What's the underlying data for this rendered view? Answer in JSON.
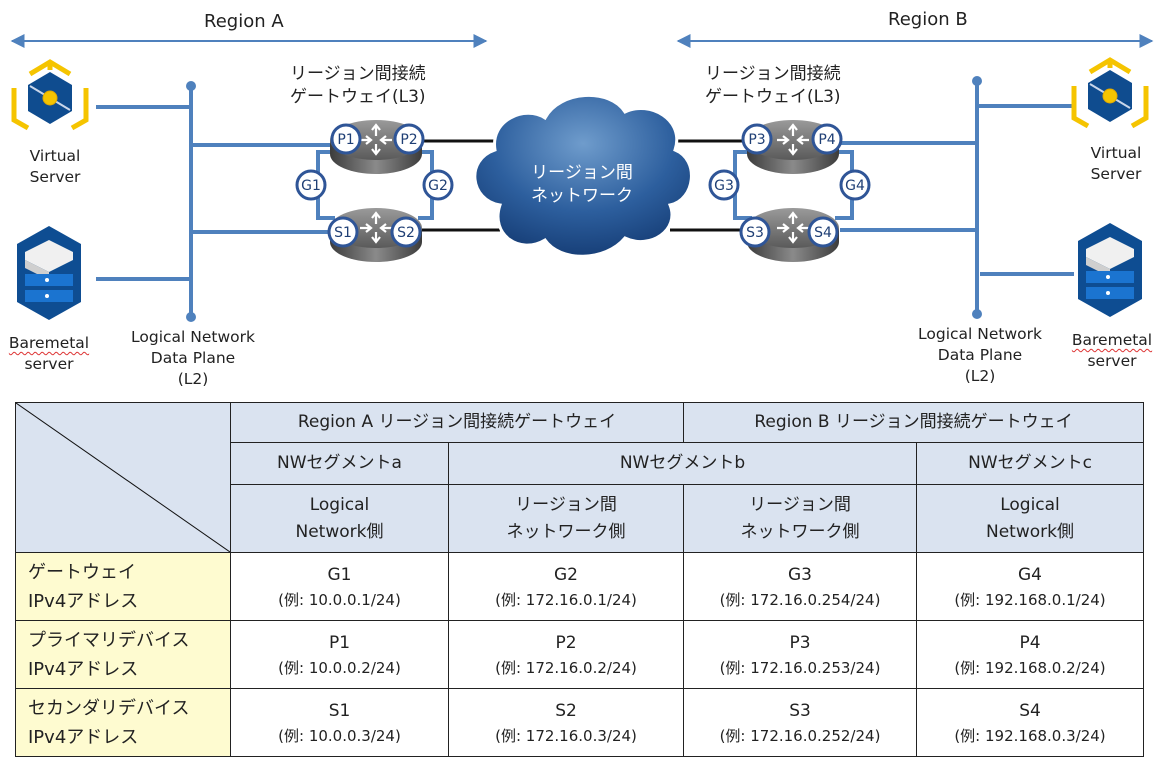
{
  "regions": {
    "a": {
      "label": "Region A"
    },
    "b": {
      "label": "Region B"
    }
  },
  "gateway_title": {
    "line1": "リージョン間接続",
    "line2": "ゲートウェイ(L3)"
  },
  "cloud": {
    "line1": "リージョン間",
    "line2": "ネットワーク"
  },
  "ports": {
    "left": {
      "p": "P1",
      "p2": "P2",
      "s": "S1",
      "s2": "S2",
      "g": "G1",
      "g2": "G2"
    },
    "right": {
      "p": "P3",
      "p2": "P4",
      "s": "S3",
      "s2": "S4",
      "g": "G3",
      "g2": "G4"
    }
  },
  "devices": {
    "virtual_server": {
      "line1": "Virtual",
      "line2": "Server"
    },
    "baremetal": {
      "line1": "Baremetal",
      "line2": "server"
    }
  },
  "logical_network": {
    "line1": "Logical Network",
    "line2": "Data Plane",
    "line3": "(L2)"
  },
  "colors": {
    "link_blue": "#4f81bd",
    "header_fill": "#dae3f0",
    "rowhead_fill": "#fefbd0",
    "cloud": "#2c5c9a",
    "icon_yellow": "#f5c400",
    "icon_navy": "#0f4c8f"
  },
  "table": {
    "header_row1": [
      "Region A リージョン間接続ゲートウェイ",
      "Region B リージョン間接続ゲートウェイ"
    ],
    "header_row2": [
      "NWセグメントa",
      "NWセグメントb",
      "NWセグメントc"
    ],
    "header_row3": [
      {
        "line1": "Logical",
        "line2": "Network側"
      },
      {
        "line1": "リージョン間",
        "line2": "ネットワーク側"
      },
      {
        "line1": "リージョン間",
        "line2": "ネットワーク側"
      },
      {
        "line1": "Logical",
        "line2": "Network側"
      }
    ],
    "rows": [
      {
        "head": {
          "line1": "ゲートウェイ",
          "line2": "IPv4アドレス"
        },
        "cells": [
          {
            "code": "G1",
            "ip": "(例: 10.0.0.1/24)"
          },
          {
            "code": "G2",
            "ip": "(例: 172.16.0.1/24)"
          },
          {
            "code": "G3",
            "ip": "(例: 172.16.0.254/24)"
          },
          {
            "code": "G4",
            "ip": "(例: 192.168.0.1/24)"
          }
        ]
      },
      {
        "head": {
          "line1": "プライマリデバイス",
          "line2": "IPv4アドレス"
        },
        "cells": [
          {
            "code": "P1",
            "ip": "(例: 10.0.0.2/24)"
          },
          {
            "code": "P2",
            "ip": "(例: 172.16.0.2/24)"
          },
          {
            "code": "P3",
            "ip": "(例: 172.16.0.253/24)"
          },
          {
            "code": "P4",
            "ip": "(例: 192.168.0.2/24)"
          }
        ]
      },
      {
        "head": {
          "line1": "セカンダリデバイス",
          "line2": "IPv4アドレス"
        },
        "cells": [
          {
            "code": "S1",
            "ip": "(例: 10.0.0.3/24)"
          },
          {
            "code": "S2",
            "ip": "(例: 172.16.0.3/24)"
          },
          {
            "code": "S3",
            "ip": "(例: 172.16.0.252/24)"
          },
          {
            "code": "S4",
            "ip": "(例: 192.168.0.3/24)"
          }
        ]
      }
    ]
  }
}
